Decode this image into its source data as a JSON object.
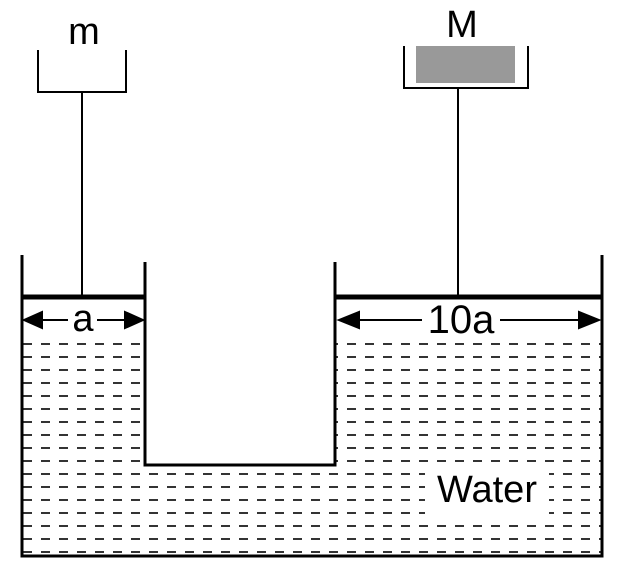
{
  "labels": {
    "small_mass": "m",
    "large_mass": "M",
    "small_width": "a",
    "large_width": "10a",
    "fluid": "Water"
  },
  "colors": {
    "stroke": "#000000",
    "mass_fill": "#999999",
    "background": "#ffffff"
  }
}
